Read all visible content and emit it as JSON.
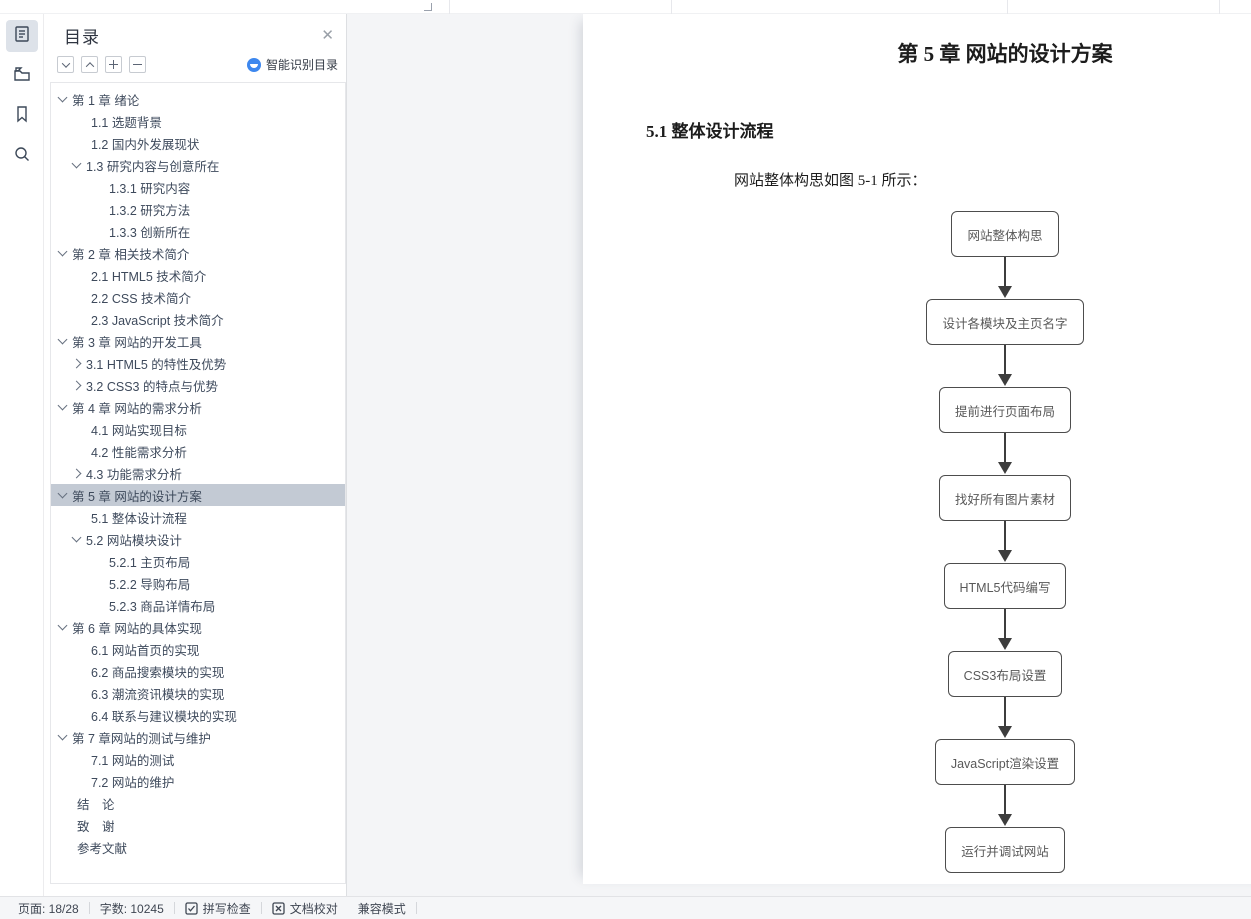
{
  "top_strip": {
    "separators_x": [
      449,
      671,
      1007,
      1219
    ]
  },
  "sidebar": {
    "icons": [
      {
        "name": "outline-icon",
        "selected": true
      },
      {
        "name": "chapter-icon",
        "selected": false
      },
      {
        "name": "bookmark-icon",
        "selected": false
      },
      {
        "name": "search-icon",
        "selected": false
      }
    ]
  },
  "toc": {
    "title": "目录",
    "smart_recognize_label": "智能识别目录",
    "items": [
      {
        "label": "第 1 章 绪论",
        "level": 1,
        "chevron": "down",
        "selected": false
      },
      {
        "label": "1.1 选题背景",
        "level": 2,
        "chevron": "none",
        "selected": false
      },
      {
        "label": "1.2 国内外发展现状",
        "level": 2,
        "chevron": "none",
        "selected": false
      },
      {
        "label": "1.3 研究内容与创意所在",
        "level": 2,
        "chevron": "down",
        "selected": false
      },
      {
        "label": "1.3.1 研究内容",
        "level": 3,
        "chevron": "none",
        "selected": false
      },
      {
        "label": "1.3.2 研究方法",
        "level": 3,
        "chevron": "none",
        "selected": false
      },
      {
        "label": "1.3.3 创新所在",
        "level": 3,
        "chevron": "none",
        "selected": false
      },
      {
        "label": "第 2 章 相关技术简介",
        "level": 1,
        "chevron": "down",
        "selected": false
      },
      {
        "label": "2.1 HTML5 技术简介",
        "level": 2,
        "chevron": "none",
        "selected": false
      },
      {
        "label": "2.2 CSS 技术简介",
        "level": 2,
        "chevron": "none",
        "selected": false
      },
      {
        "label": "2.3 JavaScript 技术简介",
        "level": 2,
        "chevron": "none",
        "selected": false
      },
      {
        "label": "第 3 章 网站的开发工具",
        "level": 1,
        "chevron": "down",
        "selected": false
      },
      {
        "label": "3.1 HTML5 的特性及优势",
        "level": 2,
        "chevron": "right",
        "selected": false
      },
      {
        "label": "3.2 CSS3 的特点与优势",
        "level": 2,
        "chevron": "right",
        "selected": false
      },
      {
        "label": "第 4 章 网站的需求分析",
        "level": 1,
        "chevron": "down",
        "selected": false
      },
      {
        "label": "4.1 网站实现目标",
        "level": 2,
        "chevron": "none",
        "selected": false
      },
      {
        "label": "4.2 性能需求分析",
        "level": 2,
        "chevron": "none",
        "selected": false
      },
      {
        "label": "4.3 功能需求分析",
        "level": 2,
        "chevron": "right",
        "selected": false
      },
      {
        "label": "第 5 章 网站的设计方案",
        "level": 1,
        "chevron": "down",
        "selected": true
      },
      {
        "label": "5.1 整体设计流程",
        "level": 2,
        "chevron": "none",
        "selected": false
      },
      {
        "label": "5.2 网站模块设计",
        "level": 2,
        "chevron": "down",
        "selected": false
      },
      {
        "label": "5.2.1 主页布局",
        "level": 3,
        "chevron": "none",
        "selected": false
      },
      {
        "label": "5.2.2 导购布局",
        "level": 3,
        "chevron": "none",
        "selected": false
      },
      {
        "label": "5.2.3 商品详情布局",
        "level": 3,
        "chevron": "none",
        "selected": false
      },
      {
        "label": "第 6 章 网站的具体实现",
        "level": 1,
        "chevron": "down",
        "selected": false
      },
      {
        "label": "6.1 网站首页的实现",
        "level": 2,
        "chevron": "none",
        "selected": false
      },
      {
        "label": "6.2 商品搜索模块的实现",
        "level": 2,
        "chevron": "none",
        "selected": false
      },
      {
        "label": "6.3 潮流资讯模块的实现",
        "level": 2,
        "chevron": "none",
        "selected": false
      },
      {
        "label": "6.4 联系与建议模块的实现",
        "level": 2,
        "chevron": "none",
        "selected": false
      },
      {
        "label": "第 7 章网站的测试与维护",
        "level": 1,
        "chevron": "down",
        "selected": false
      },
      {
        "label": "7.1 网站的测试",
        "level": 2,
        "chevron": "none",
        "selected": false
      },
      {
        "label": "7.2 网站的维护",
        "level": 2,
        "chevron": "none",
        "selected": false
      },
      {
        "label": "结　论",
        "level": 1,
        "chevron": "none",
        "selected": false
      },
      {
        "label": "致　谢",
        "level": 1,
        "chevron": "none",
        "selected": false
      },
      {
        "label": "参考文献",
        "level": 1,
        "chevron": "none",
        "selected": false
      }
    ]
  },
  "document": {
    "chapter_title": "第 5 章 网站的设计方案",
    "section_heading": "5.1 整体设计流程",
    "paragraph": "网站整体构思如图 5-1 所示：",
    "flowchart_steps": [
      "网站整体构思",
      "设计各模块及主页名字",
      "提前进行页面布局",
      "找好所有图片素材",
      "HTML5代码编写",
      "CSS3布局设置",
      "JavaScript渲染设置",
      "运行并调试网站"
    ]
  },
  "statusbar": {
    "page_label": "页面: 18/28",
    "word_count_label": "字数: 10245",
    "spellcheck_label": "拼写检查",
    "proofread_label": "文档校对",
    "compat_label": "兼容模式"
  },
  "colors": {
    "accent_blue": "#3d87ee",
    "toc_selected_bg": "#c3cad4"
  }
}
